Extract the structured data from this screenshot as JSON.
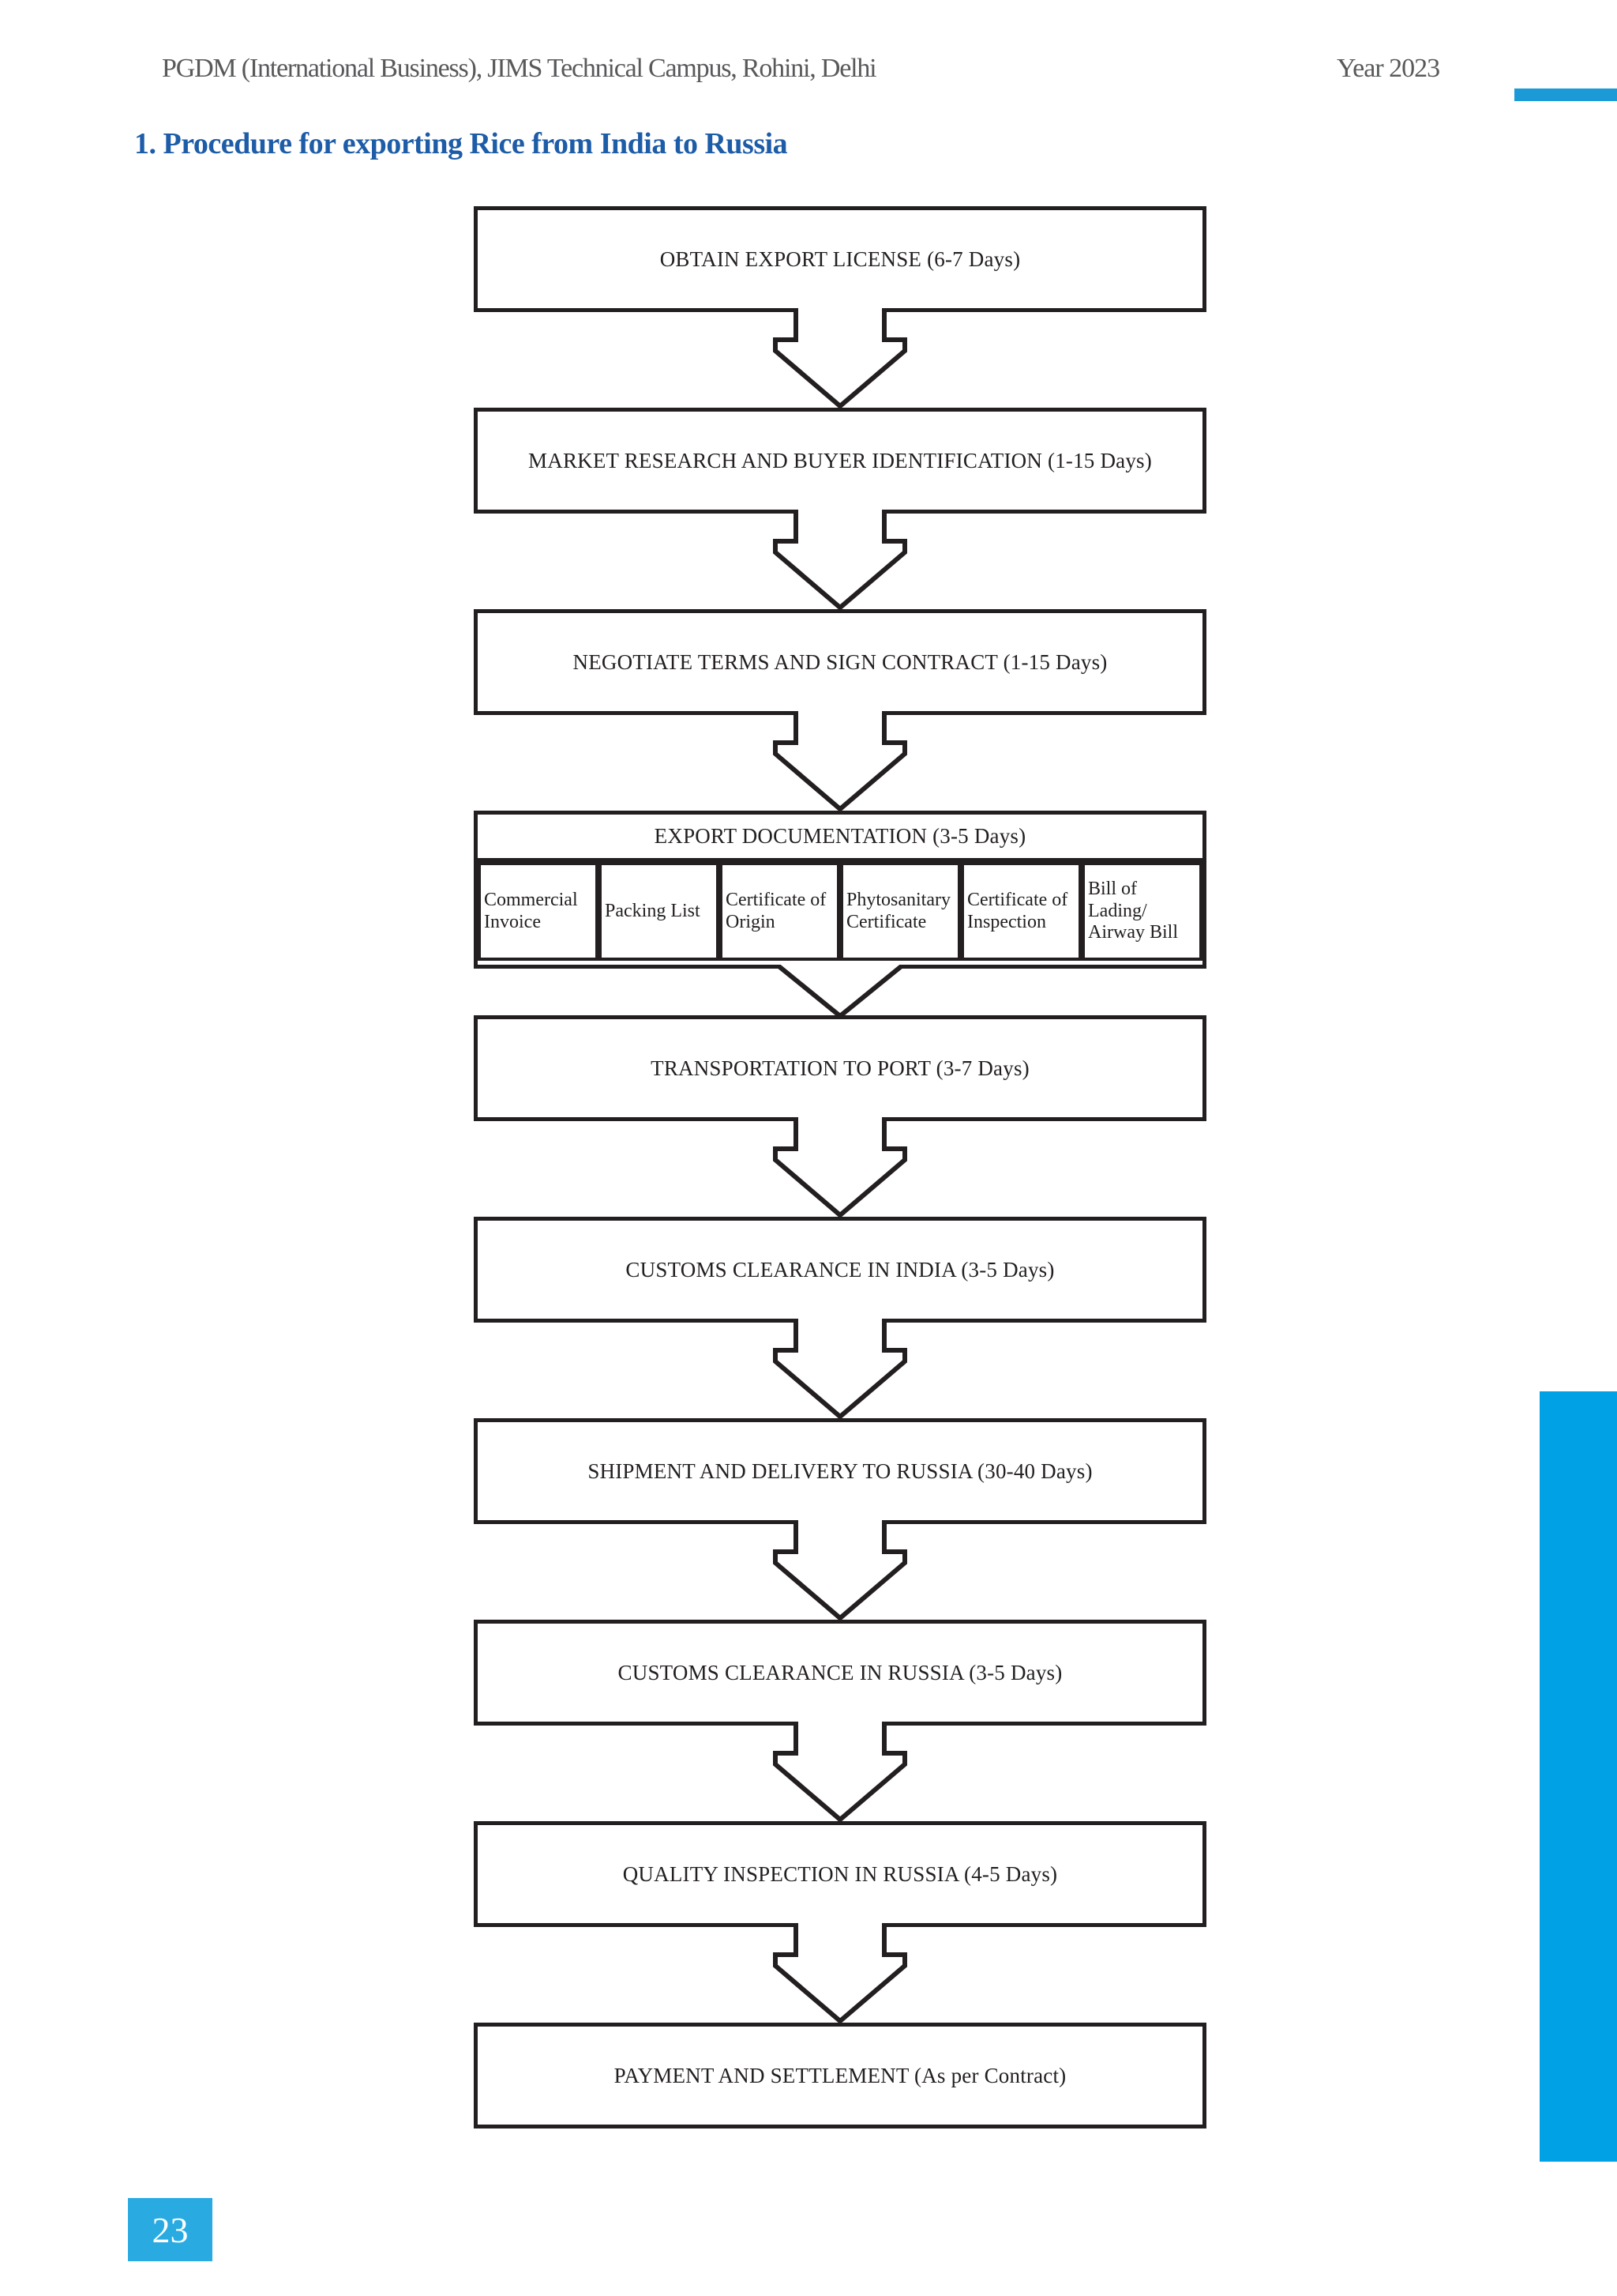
{
  "header": {
    "left": "PGDM (International Business), JIMS Technical Campus, Rohini, Delhi",
    "right": "Year 2023"
  },
  "title": "1. Procedure for exporting Rice from India to Russia",
  "flowchart": {
    "steps": [
      {
        "label": "OBTAIN EXPORT LICENSE (6-7 Days)"
      },
      {
        "label": "MARKET RESEARCH AND BUYER IDENTIFICATION (1-15 Days)"
      },
      {
        "label": "NEGOTIATE TERMS AND SIGN CONTRACT (1-15 Days)"
      },
      {
        "label": "EXPORT DOCUMENTATION (3-5 Days)",
        "documents": [
          "Commercial Invoice",
          "Packing List",
          "Certificate of Origin",
          "Phytosanitary Certificate",
          "Certificate of Inspection",
          "Bill of Lading/ Airway Bill"
        ]
      },
      {
        "label": "TRANSPORTATION TO PORT (3-7 Days)"
      },
      {
        "label": "CUSTOMS CLEARANCE IN INDIA (3-5 Days)"
      },
      {
        "label": "SHIPMENT AND DELIVERY TO RUSSIA (30-40 Days)"
      },
      {
        "label": "CUSTOMS CLEARANCE IN RUSSIA (3-5 Days)"
      },
      {
        "label": "QUALITY INSPECTION IN RUSSIA (4-5 Days)"
      },
      {
        "label": "PAYMENT AND SETTLEMENT (As per Contract)"
      }
    ]
  },
  "footer": {
    "page_number": "23"
  },
  "icons": {
    "down_arrow": "outlined-block-down-arrow",
    "short_down_arrow": "outlined-chevron-down"
  },
  "colors": {
    "title_blue": "#1d5ca7",
    "header_gray": "#58595b",
    "header_accent_bar": "#1b9ad7",
    "right_accent_bar": "#00a2e5",
    "page_number_badge": "#29abe2",
    "box_border": "#231f20"
  }
}
